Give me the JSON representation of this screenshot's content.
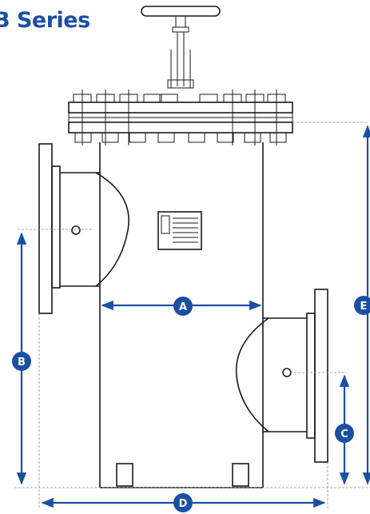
{
  "title": "B Series",
  "colors": {
    "dimension": "#1a4fa3",
    "outline": "#1a1a1a",
    "guide": "#8a8a8a"
  },
  "dimensions": {
    "A": "A",
    "B": "B",
    "C": "C",
    "D": "D",
    "E": "E"
  }
}
